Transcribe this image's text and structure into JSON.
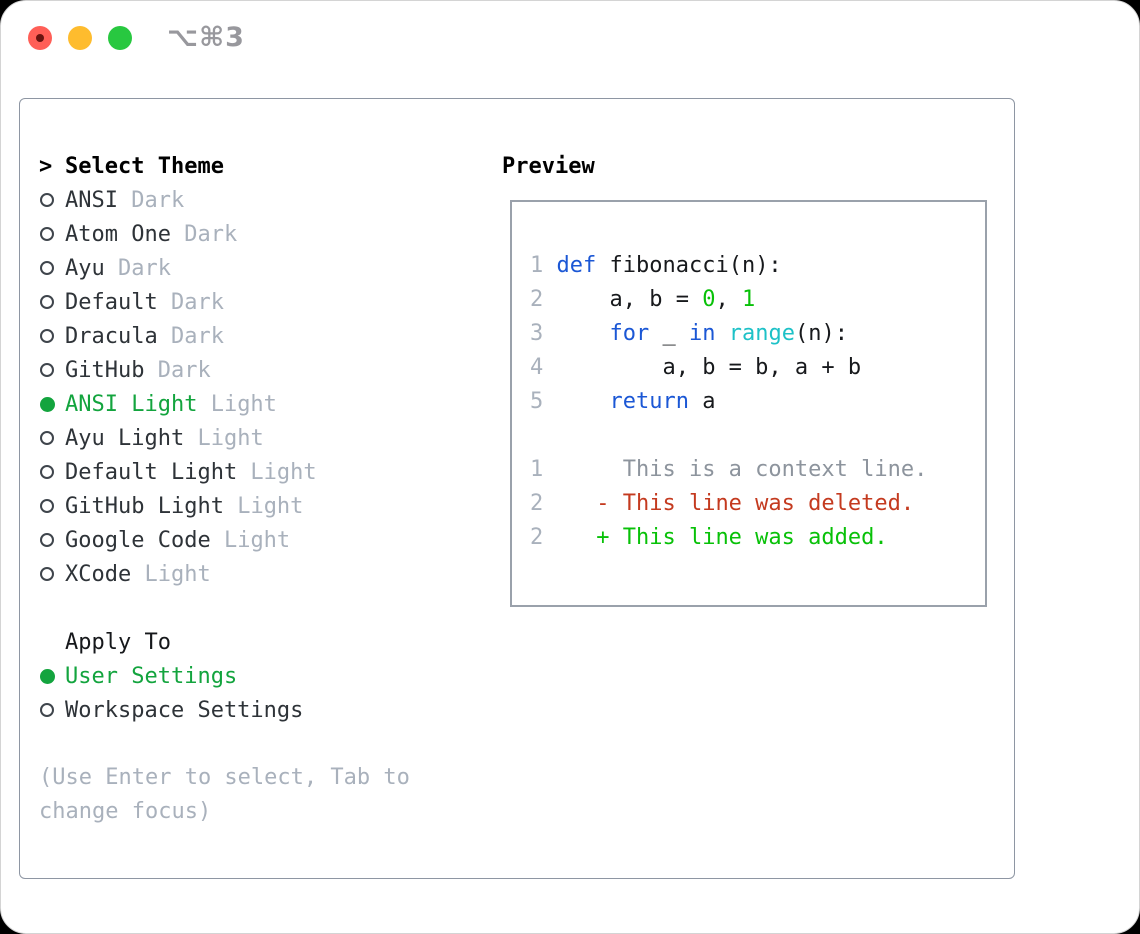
{
  "titlebar": {
    "title": "⌥⌘3"
  },
  "theme_selector": {
    "header_marker": ">",
    "header": "Select Theme",
    "items": [
      {
        "name": "ANSI",
        "tag": "Dark",
        "selected": false
      },
      {
        "name": "Atom One",
        "tag": "Dark",
        "selected": false
      },
      {
        "name": "Ayu",
        "tag": "Dark",
        "selected": false
      },
      {
        "name": "Default",
        "tag": "Dark",
        "selected": false
      },
      {
        "name": "Dracula",
        "tag": "Dark",
        "selected": false
      },
      {
        "name": "GitHub",
        "tag": "Dark",
        "selected": false
      },
      {
        "name": "ANSI Light",
        "tag": "Light",
        "selected": true
      },
      {
        "name": "Ayu Light",
        "tag": "Light",
        "selected": false
      },
      {
        "name": "Default Light",
        "tag": "Light",
        "selected": false
      },
      {
        "name": "GitHub Light",
        "tag": "Light",
        "selected": false
      },
      {
        "name": "Google Code",
        "tag": "Light",
        "selected": false
      },
      {
        "name": "XCode",
        "tag": "Light",
        "selected": false
      }
    ],
    "apply_to": {
      "header": "Apply To",
      "options": [
        {
          "label": "User Settings",
          "selected": true
        },
        {
          "label": "Workspace Settings",
          "selected": false
        }
      ]
    },
    "hint": "(Use Enter to select, Tab to change focus)"
  },
  "preview": {
    "header": "Preview",
    "lines": [
      {
        "n": "1",
        "tokens": [
          {
            "c": "plain",
            "t": " "
          },
          {
            "c": "kw",
            "t": "def"
          },
          {
            "c": "plain",
            "t": " fibonacci(n):"
          }
        ]
      },
      {
        "n": "2",
        "tokens": [
          {
            "c": "plain",
            "t": "     a, b = "
          },
          {
            "c": "grn",
            "t": "0"
          },
          {
            "c": "plain",
            "t": ", "
          },
          {
            "c": "grn",
            "t": "1"
          }
        ]
      },
      {
        "n": "3",
        "tokens": [
          {
            "c": "plain",
            "t": "     "
          },
          {
            "c": "kw",
            "t": "for"
          },
          {
            "c": "plain",
            "t": " _ "
          },
          {
            "c": "kw",
            "t": "in"
          },
          {
            "c": "plain",
            "t": " "
          },
          {
            "c": "fn",
            "t": "range"
          },
          {
            "c": "plain",
            "t": "(n):"
          }
        ]
      },
      {
        "n": "4",
        "tokens": [
          {
            "c": "plain",
            "t": "         a, b = b, a + b"
          }
        ]
      },
      {
        "n": "5",
        "tokens": [
          {
            "c": "plain",
            "t": "     "
          },
          {
            "c": "kw",
            "t": "return"
          },
          {
            "c": "plain",
            "t": " a"
          }
        ]
      },
      {
        "n": "",
        "tokens": []
      },
      {
        "n": "1",
        "tokens": [
          {
            "c": "ctx",
            "t": "      This is a context line."
          }
        ]
      },
      {
        "n": "2",
        "tokens": [
          {
            "c": "plain",
            "t": "    "
          },
          {
            "c": "del",
            "t": "- This line was deleted."
          }
        ]
      },
      {
        "n": "2",
        "tokens": [
          {
            "c": "plain",
            "t": "    "
          },
          {
            "c": "add",
            "t": "+ This line was added."
          }
        ]
      }
    ]
  },
  "colors": {
    "tl_red": "#ff5f57",
    "tl_red_dot": "#681410",
    "tl_yellow": "#febc2e",
    "tl_green": "#28c840",
    "title_gray": "#98989d",
    "panel_border": "#8e96a3",
    "box_border": "#9aa1ab",
    "text_dark": "#2e3338",
    "muted": "#a9b1bc",
    "ctx_gray": "#8d949d",
    "sel_green": "#13a43e",
    "add_green": "#08c108",
    "del_red": "#c43a1f",
    "kw_blue": "#1b57d5",
    "fn_cyan": "#1dc1c7",
    "lit_green": "#08c108"
  }
}
